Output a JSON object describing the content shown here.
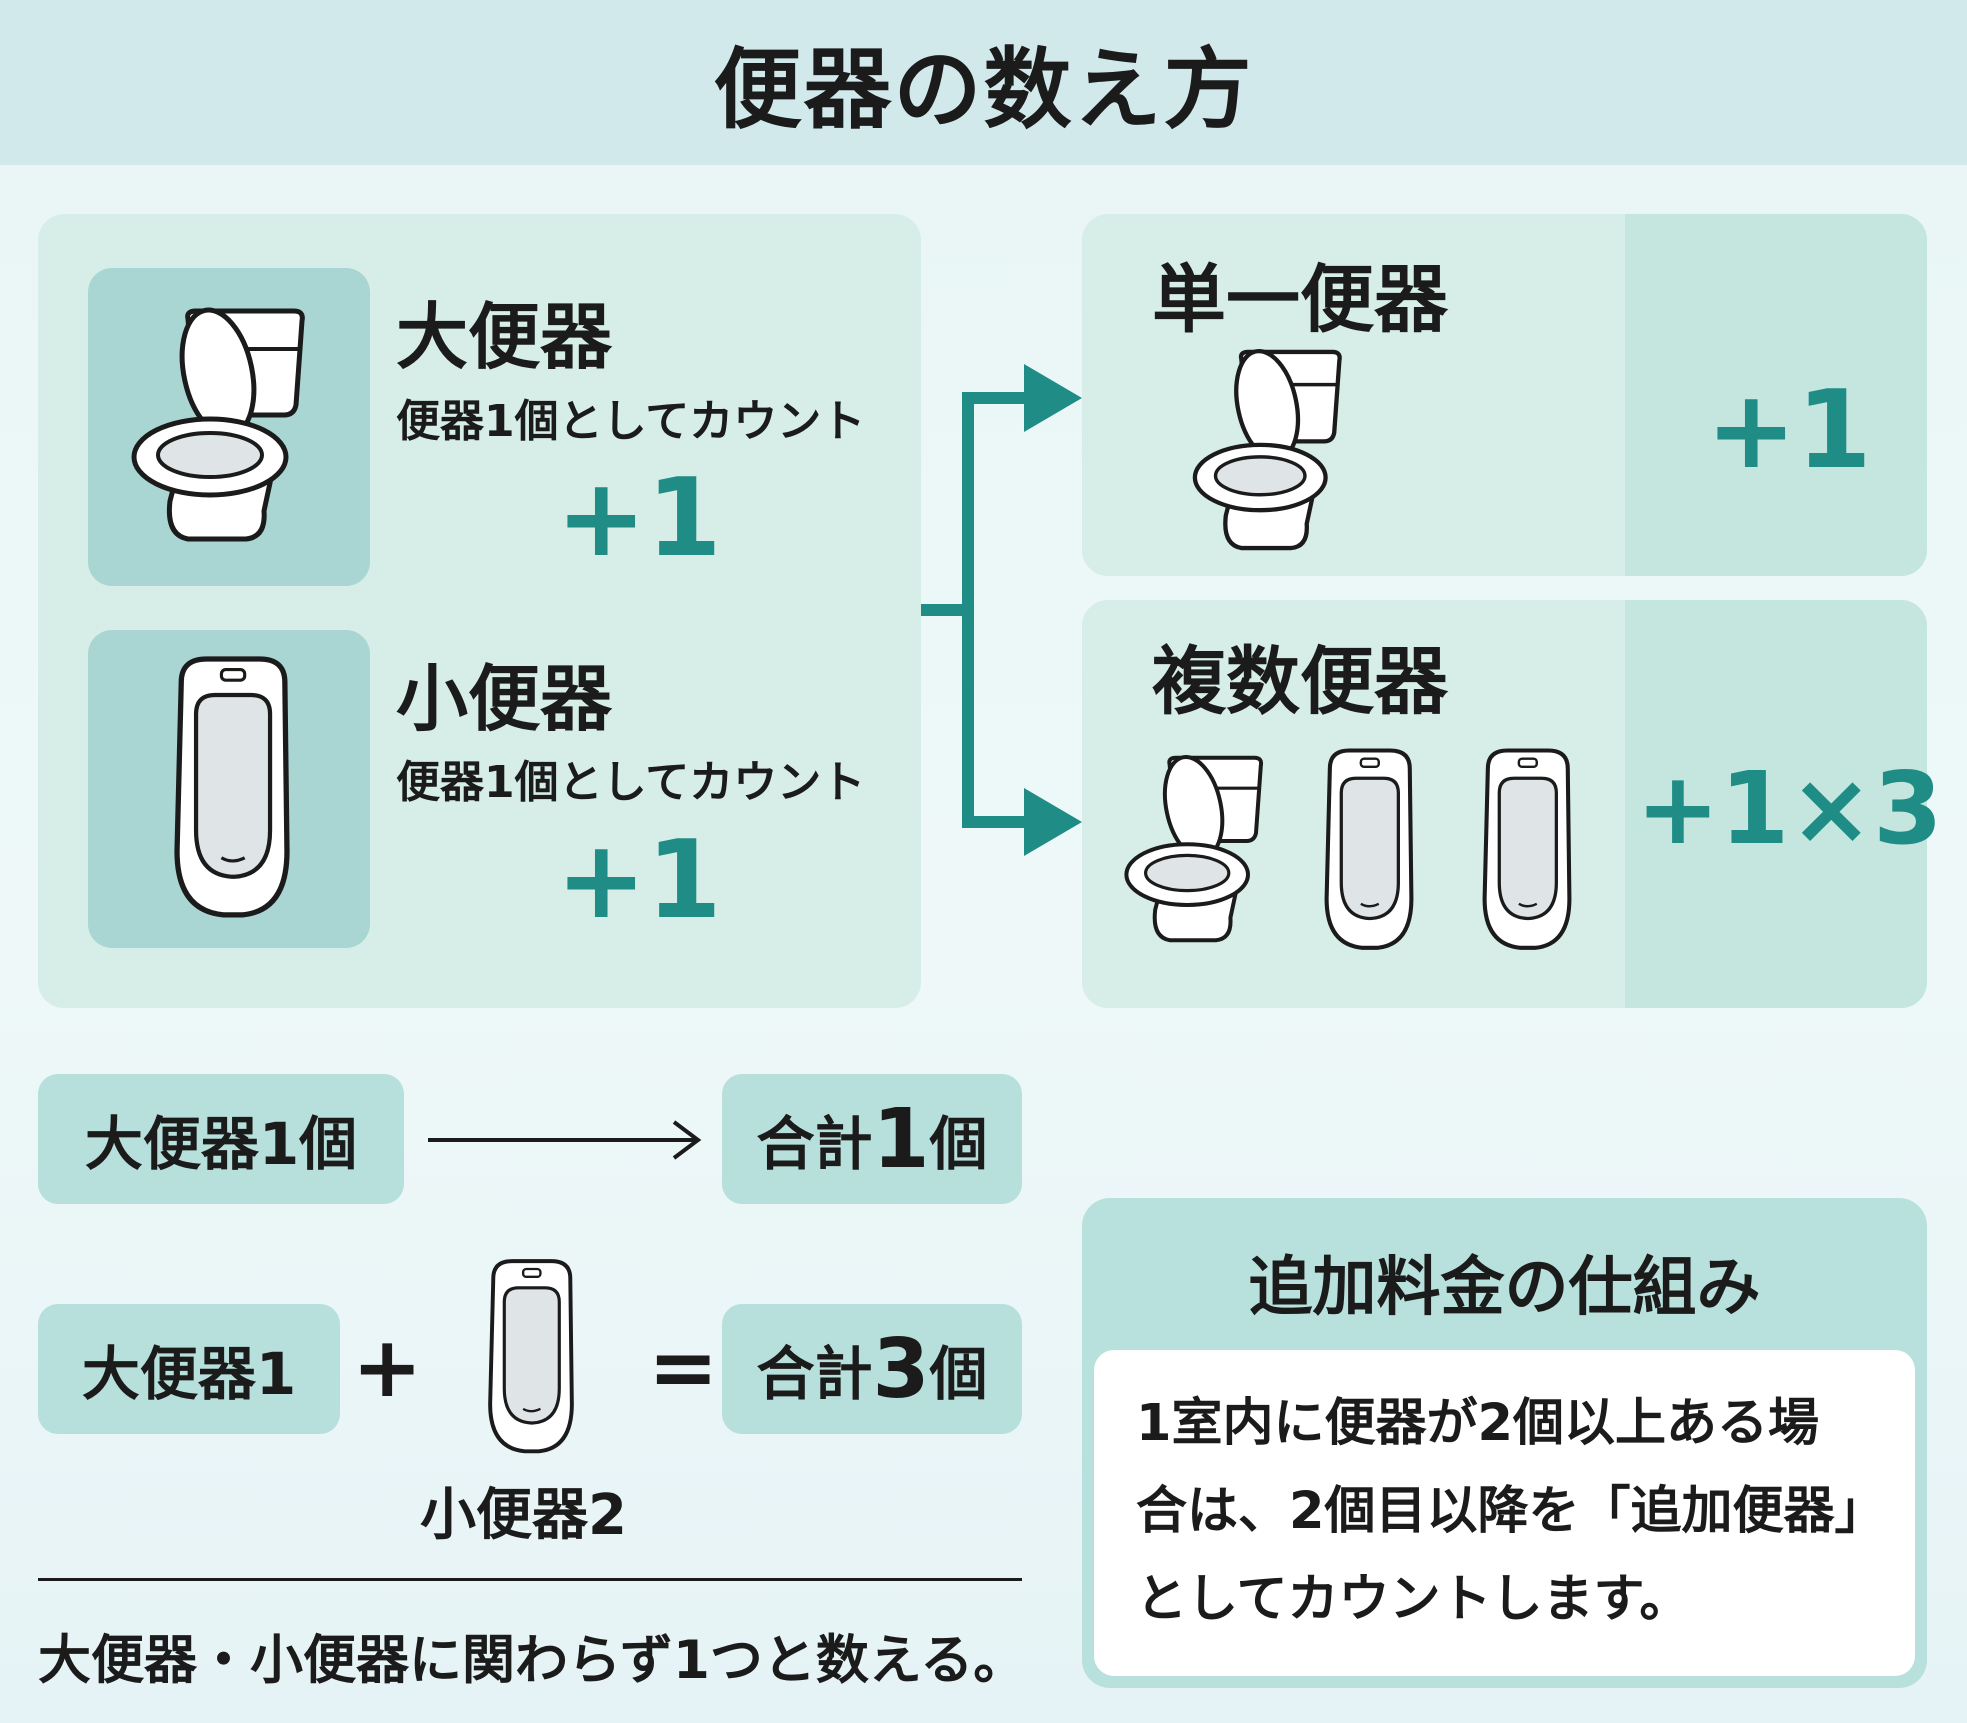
{
  "title": "便器の数え方",
  "left_panel": {
    "daibenki": {
      "title": "大便器",
      "subtitle": "便器1個としてカウント",
      "count": "+1"
    },
    "shobenki": {
      "title": "小便器",
      "subtitle": "便器1個としてカウント",
      "count": "+1"
    }
  },
  "single": {
    "title": "単一便器",
    "count": "+1"
  },
  "multiple": {
    "title": "複数便器",
    "count": "+1×3"
  },
  "examples": {
    "ex1": {
      "left": "大便器1個",
      "result_prefix": "合計",
      "result_num": "1",
      "result_suffix": "個"
    },
    "ex2": {
      "left": "大便器1",
      "plus": "+",
      "urinal_label": "小便器2",
      "equals": "=",
      "result_prefix": "合計",
      "result_num": "3",
      "result_suffix": "個"
    }
  },
  "bottom_note": "大便器・小便器に関わらず1つと数える。",
  "surcharge": {
    "title": "追加料金の仕組み",
    "body_lines": [
      "1室内に便器が2個以上ある場",
      "合は、2個目以降を「追加便器」",
      "としてカウントします。"
    ]
  },
  "colors": {
    "accent": "#1f8c86",
    "header_bg": "#d2e9ec",
    "panel_bg": "#d6eee7",
    "tile_bg": "#a9d6d3",
    "pill_bg": "#b7e0dc"
  }
}
